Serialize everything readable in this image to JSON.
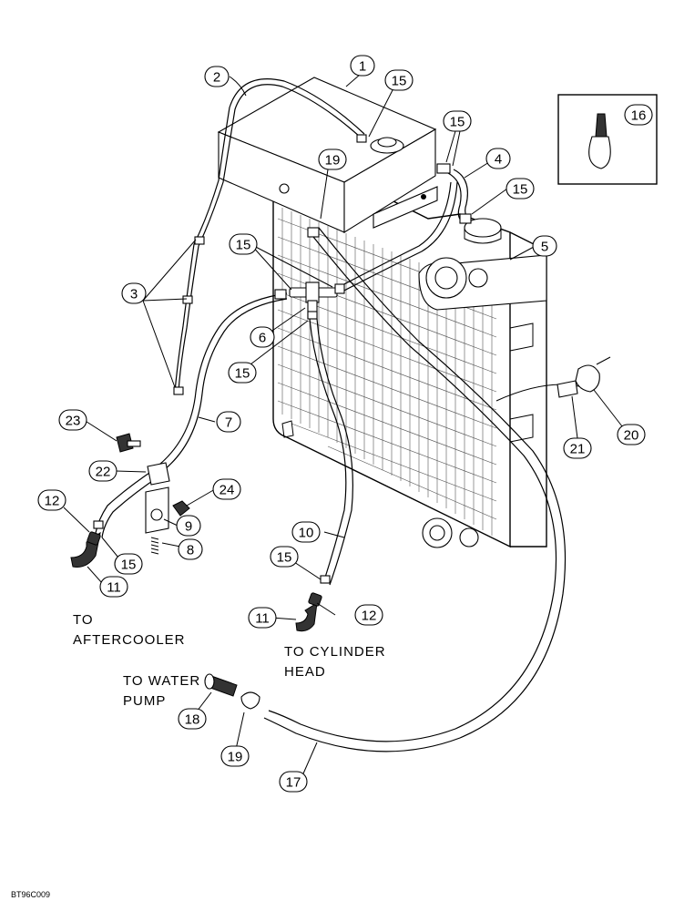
{
  "callouts": [
    {
      "id": "c1",
      "num": "1"
    },
    {
      "id": "c2",
      "num": "2"
    },
    {
      "id": "c3",
      "num": "3"
    },
    {
      "id": "c4",
      "num": "4"
    },
    {
      "id": "c5",
      "num": "5"
    },
    {
      "id": "c6",
      "num": "6"
    },
    {
      "id": "c7",
      "num": "7"
    },
    {
      "id": "c8",
      "num": "8"
    },
    {
      "id": "c9",
      "num": "9"
    },
    {
      "id": "c10",
      "num": "10"
    },
    {
      "id": "c11a",
      "num": "11"
    },
    {
      "id": "c11b",
      "num": "11"
    },
    {
      "id": "c12a",
      "num": "12"
    },
    {
      "id": "c12b",
      "num": "12"
    },
    {
      "id": "c15a",
      "num": "15"
    },
    {
      "id": "c15b",
      "num": "15"
    },
    {
      "id": "c15c",
      "num": "15"
    },
    {
      "id": "c15d",
      "num": "15"
    },
    {
      "id": "c15e",
      "num": "15"
    },
    {
      "id": "c15f",
      "num": "15"
    },
    {
      "id": "c15g",
      "num": "15"
    },
    {
      "id": "c16",
      "num": "16"
    },
    {
      "id": "c17",
      "num": "17"
    },
    {
      "id": "c18",
      "num": "18"
    },
    {
      "id": "c19a",
      "num": "19"
    },
    {
      "id": "c19b",
      "num": "19"
    },
    {
      "id": "c20",
      "num": "20"
    },
    {
      "id": "c21",
      "num": "21"
    },
    {
      "id": "c22",
      "num": "22"
    },
    {
      "id": "c23",
      "num": "23"
    },
    {
      "id": "c24",
      "num": "24"
    }
  ],
  "labels": {
    "to_aftercooler_1": "TO",
    "to_aftercooler_2": "AFTERCOOLER",
    "to_cylinder_head_1": "TO CYLINDER",
    "to_cylinder_head_2": "HEAD",
    "to_water_pump_1": "TO WATER",
    "to_water_pump_2": "PUMP",
    "drawing_code": "BT96C009"
  }
}
